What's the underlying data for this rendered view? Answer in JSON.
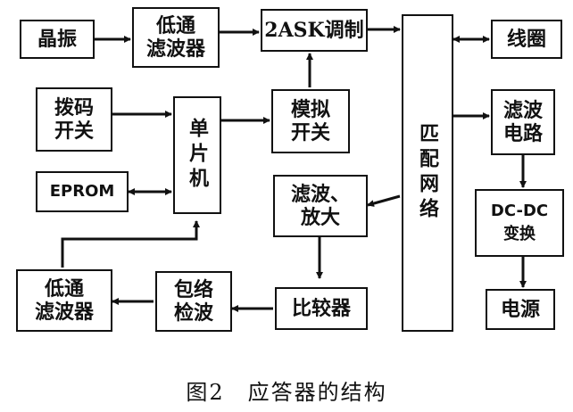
{
  "diagram": {
    "blocks": {
      "crystal": "晶振",
      "lpf_top": "低通\n滤波器",
      "ask_mod": "2ASK调制",
      "match_net": "匹配网络",
      "coil": "线圈",
      "dip_switch": "拨码\n开关",
      "mcu": "单片机",
      "analog_switch": "模拟\n开关",
      "eprom": "EPROM",
      "filter_amp": "滤波、\n放大",
      "filter_circuit": "滤波\n电路",
      "dcdc": "DC-DC\n变换",
      "power": "电源",
      "lpf_bottom": "低通\n滤波器",
      "envelope": "包络\n检波",
      "comparator": "比较器"
    },
    "caption": "图2　应答器的结构"
  }
}
